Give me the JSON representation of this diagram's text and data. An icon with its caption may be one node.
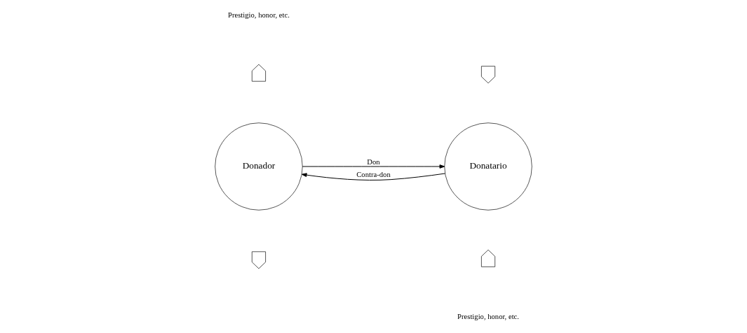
{
  "diagram": {
    "nodes": [
      {
        "text": [
          "Donador"
        ]
      },
      {
        "text": [
          "Donatario"
        ]
      },
      {
        "text": [],
        "shape": "arrow"
      },
      {
        "text": [],
        "shape": "arrow"
      },
      {
        "text": [],
        "shape": "arrow"
      },
      {
        "text": [],
        "shape": "arrow"
      }
    ],
    "edges": [
      {
        "from": 0,
        "to": 1,
        "arrow": "to",
        "label": "Don"
      },
      {
        "from": 1,
        "to": 0,
        "arrow": "to",
        "label": "Contra-don"
      }
    ],
    "labels": [
      "Prestigio, honor, etc.",
      "Prestigio, honor, etc."
    ]
  }
}
